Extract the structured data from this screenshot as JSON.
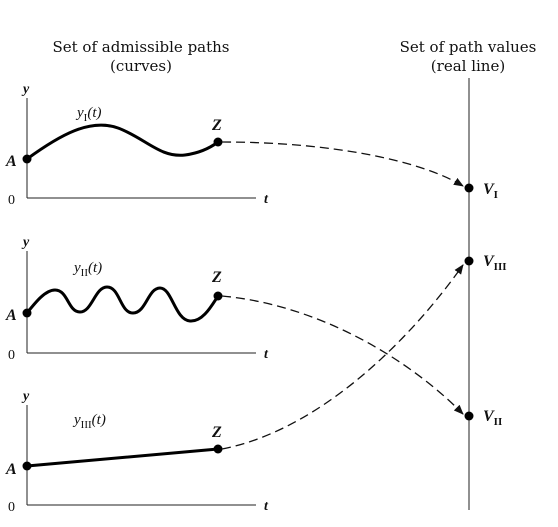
{
  "headers": {
    "left_line1": "Set of admissible paths",
    "left_line2": "(curves)",
    "right_line1": "Set of path values",
    "right_line2": "(real line)"
  },
  "axes": {
    "y_label": "y",
    "t_label": "t",
    "origin_label": "0",
    "start_label": "A",
    "end_label": "Z"
  },
  "paths": [
    {
      "func": "y",
      "sub": "I",
      "arg": "(t)",
      "value": "V",
      "value_sub": "I"
    },
    {
      "func": "y",
      "sub": "II",
      "arg": "(t)",
      "value": "V",
      "value_sub": "II"
    },
    {
      "func": "y",
      "sub": "III",
      "arg": "(t)",
      "value": "V",
      "value_sub": "III"
    }
  ]
}
